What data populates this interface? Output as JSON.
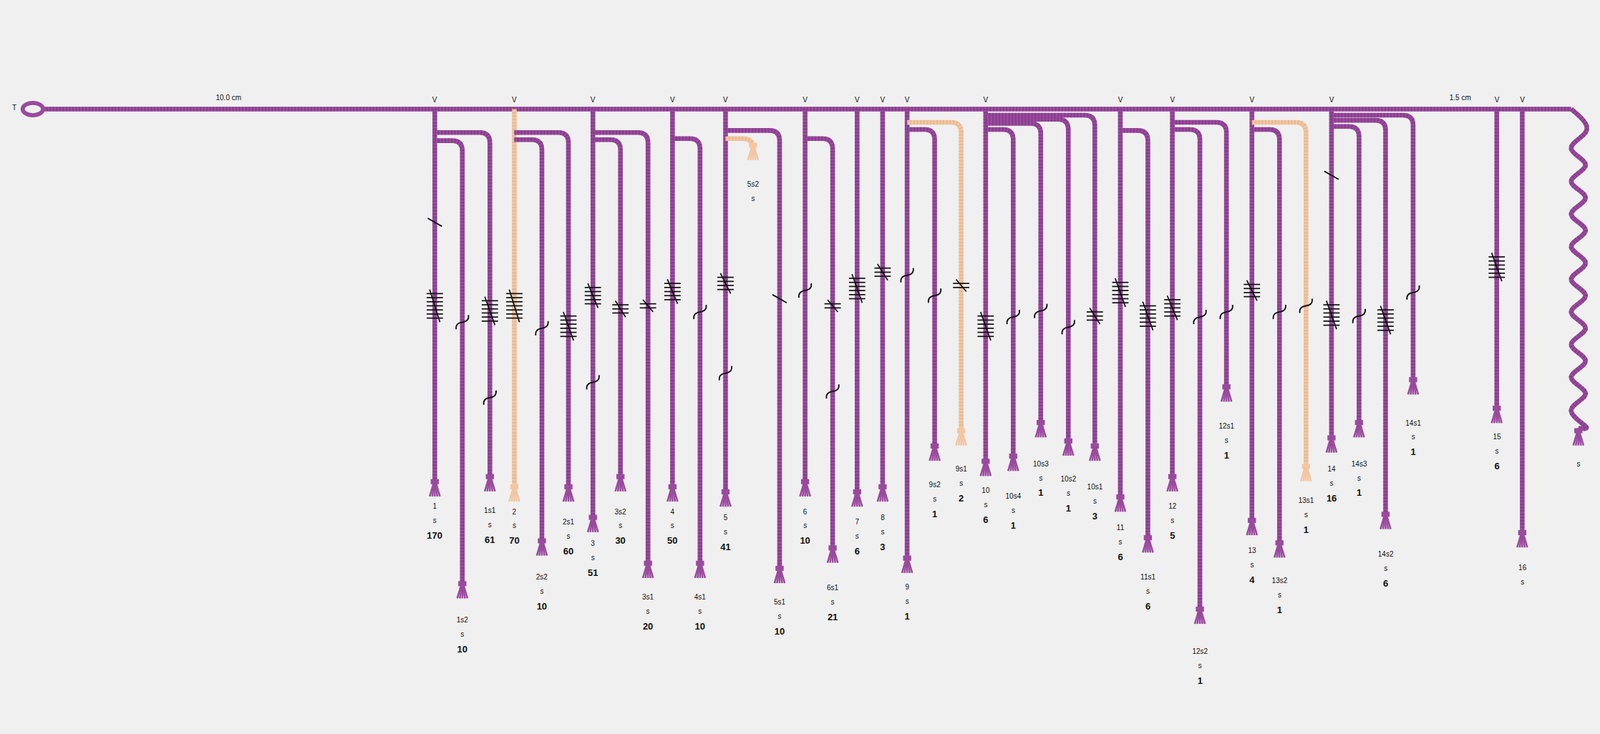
{
  "diagram": {
    "labels": [
      "T",
      "10.0 cm",
      "V",
      "V",
      "V",
      "V",
      "V",
      "V",
      "V",
      "V",
      "V",
      "V",
      "V",
      "V",
      "V",
      "V",
      "1.5 cm",
      "V",
      "V",
      "1",
      "s",
      "170",
      "1s2",
      "s",
      "10",
      "1s1",
      "s",
      "61",
      "2",
      "s",
      "70",
      "2s2",
      "s",
      "10",
      "2s1",
      "s",
      "60",
      "3",
      "s",
      "51",
      "3s2",
      "s",
      "30",
      "3s1",
      "s",
      "20",
      "4",
      "s",
      "50",
      "4s1",
      "s",
      "10",
      "5",
      "s",
      "41",
      "5s2",
      "s",
      "5s1",
      "s",
      "10",
      "6",
      "s",
      "10",
      "6s1",
      "s",
      "21",
      "7",
      "s",
      "6",
      "8",
      "s",
      "3",
      "9",
      "s",
      "1",
      "9s2",
      "s",
      "1",
      "9s1",
      "s",
      "2",
      "10",
      "s",
      "6",
      "10s4",
      "s",
      "1",
      "10s3",
      "s",
      "1",
      "10s2",
      "s",
      "1",
      "10s1",
      "s",
      "3",
      "11",
      "s",
      "6",
      "11s1",
      "s",
      "6",
      "12",
      "s",
      "5",
      "12s2",
      "s",
      "1",
      "12s1",
      "s",
      "1",
      "13",
      "s",
      "4",
      "13s2",
      "s",
      "1",
      "13s1",
      "s",
      "1",
      "14",
      "s",
      "16",
      "14s3",
      "s",
      "1",
      "14s2",
      "s",
      "6",
      "14s1",
      "s",
      "1",
      "15",
      "s",
      "6",
      "16",
      "s",
      "s"
    ]
  }
}
